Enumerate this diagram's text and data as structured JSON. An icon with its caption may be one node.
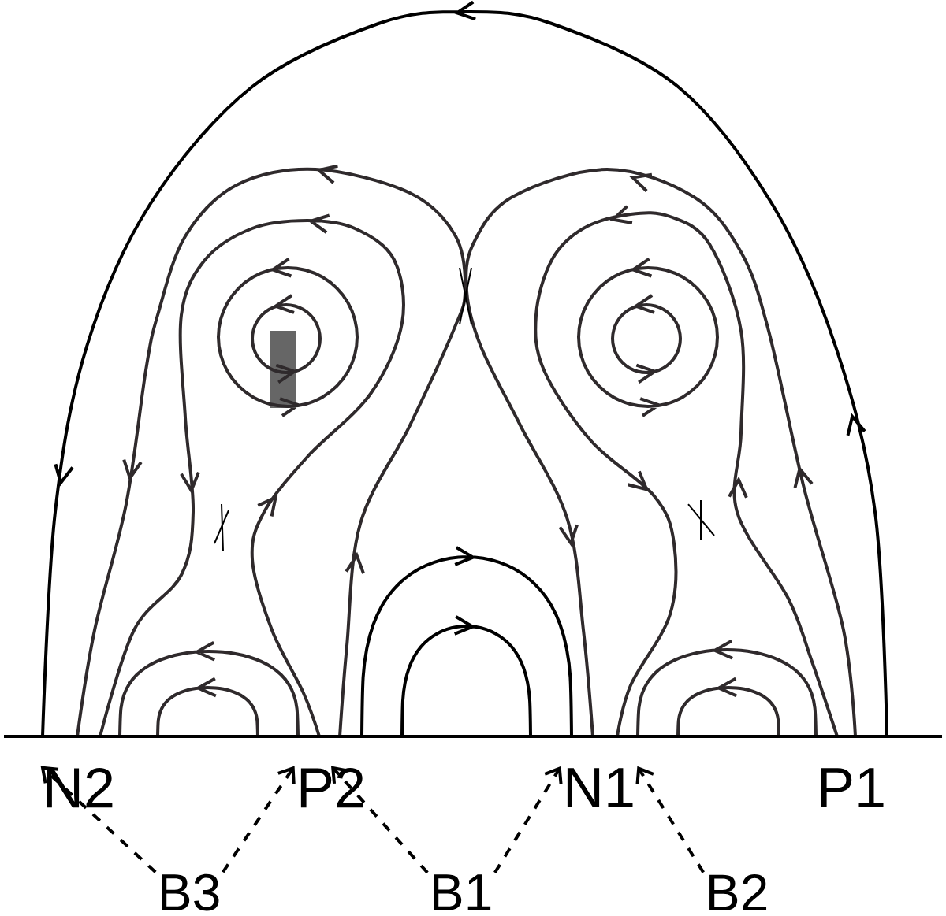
{
  "diagram": {
    "nodes": [
      {
        "text": [
          "N2"
        ]
      },
      {
        "text": [
          "P2"
        ]
      },
      {
        "text": [
          "N1"
        ]
      },
      {
        "text": [
          "P1"
        ]
      },
      {
        "text": [
          "B3"
        ]
      },
      {
        "text": [
          "B1"
        ]
      },
      {
        "text": [
          "B2"
        ]
      }
    ],
    "edges": [
      {
        "from": 4,
        "to": 0,
        "arrow": "to",
        "style": "dashed"
      },
      {
        "from": 4,
        "to": 1,
        "arrow": "to",
        "style": "dashed"
      },
      {
        "from": 5,
        "to": 1,
        "arrow": "to",
        "style": "dashed"
      },
      {
        "from": 5,
        "to": 2,
        "arrow": "to",
        "style": "dashed"
      },
      {
        "from": 6,
        "to": 2,
        "arrow": "to",
        "style": "dashed"
      }
    ]
  }
}
